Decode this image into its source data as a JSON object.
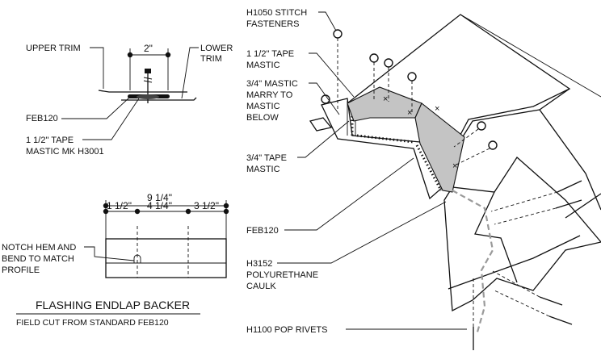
{
  "detail_top": {
    "upper_trim_label": "UPPER TRIM",
    "lower_trim_label_1": "LOWER",
    "lower_trim_label_2": "TRIM",
    "dimension": "2\"",
    "feb120_label": "FEB120",
    "tape_label_1": "1 1/2\" TAPE",
    "tape_label_2": "MASTIC MK H3001"
  },
  "detail_backer": {
    "overall_dimension": "9 1/4\"",
    "dim_left": "1 1/2\"",
    "dim_mid": "4 1/4\"",
    "dim_right": "3 1/2\"",
    "notch_label_1": "NOTCH HEM AND",
    "notch_label_2": "BEND TO MATCH",
    "notch_label_3": "PROFILE",
    "title": "FLASHING ENDLAP BACKER",
    "subtitle": "FIELD CUT FROM STANDARD FEB120"
  },
  "callouts": {
    "stitch_1": "H1050 STITCH",
    "stitch_2": "FASTENERS",
    "tape_mastic_1": "1 1/2\" TAPE",
    "tape_mastic_2": "MASTIC",
    "mastic_1": "3/4\" MASTIC",
    "mastic_2": "MARRY TO",
    "mastic_3": "MASTIC",
    "mastic_4": "BELOW",
    "tape34_1": "3/4\" TAPE",
    "tape34_2": "MASTIC",
    "feb120": "FEB120",
    "caulk_1": "H3152",
    "caulk_2": "POLYURETHANE",
    "caulk_3": "CAULK",
    "rivets": "H1100 POP RIVETS"
  }
}
